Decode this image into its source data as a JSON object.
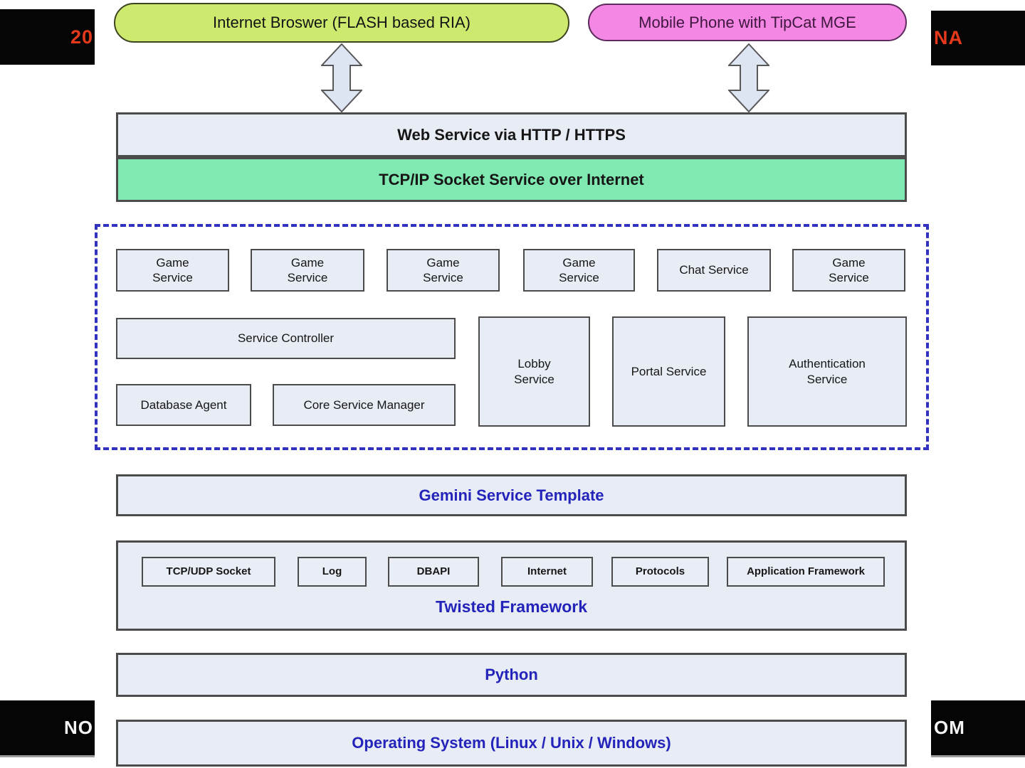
{
  "watermarks": {
    "top_left": "20",
    "top_right": "NA",
    "bottom_left": "NO",
    "bottom_right": "OM"
  },
  "clients": {
    "browser": "Internet Broswer (FLASH based RIA)",
    "mobile": "Mobile Phone with TipCat MGE"
  },
  "transport": {
    "web": "Web Service via HTTP / HTTPS",
    "tcp": "TCP/IP Socket Service over Internet"
  },
  "services": {
    "game1": "Game Service",
    "game2": "Game Service",
    "game3": "Game Service",
    "game4": "Game Service",
    "chat": "Chat Service",
    "game5": "Game Service",
    "controller": "Service Controller",
    "db_agent": "Database Agent",
    "core_mgr": "Core Service Manager",
    "lobby": "Lobby Service",
    "portal": "Portal Service",
    "auth": "Authentication Service"
  },
  "layers": {
    "gemini": "Gemini Service Template",
    "twisted": {
      "title": "Twisted Framework",
      "modules": [
        "TCP/UDP Socket",
        "Log",
        "DBAPI",
        "Internet",
        "Protocols",
        "Application Framework"
      ]
    },
    "python": "Python",
    "os": "Operating System (Linux / Unix / Windows)"
  },
  "colors": {
    "box_fill": "#e7ecf5",
    "mint_fill": "#80e9b2",
    "lime_fill": "#cdea6e",
    "pink_fill": "#f487e3",
    "dashed_border": "#3232c0",
    "blue_text": "#2424bb",
    "watermark_red": "#e5391c",
    "bar_black": "#050505"
  }
}
